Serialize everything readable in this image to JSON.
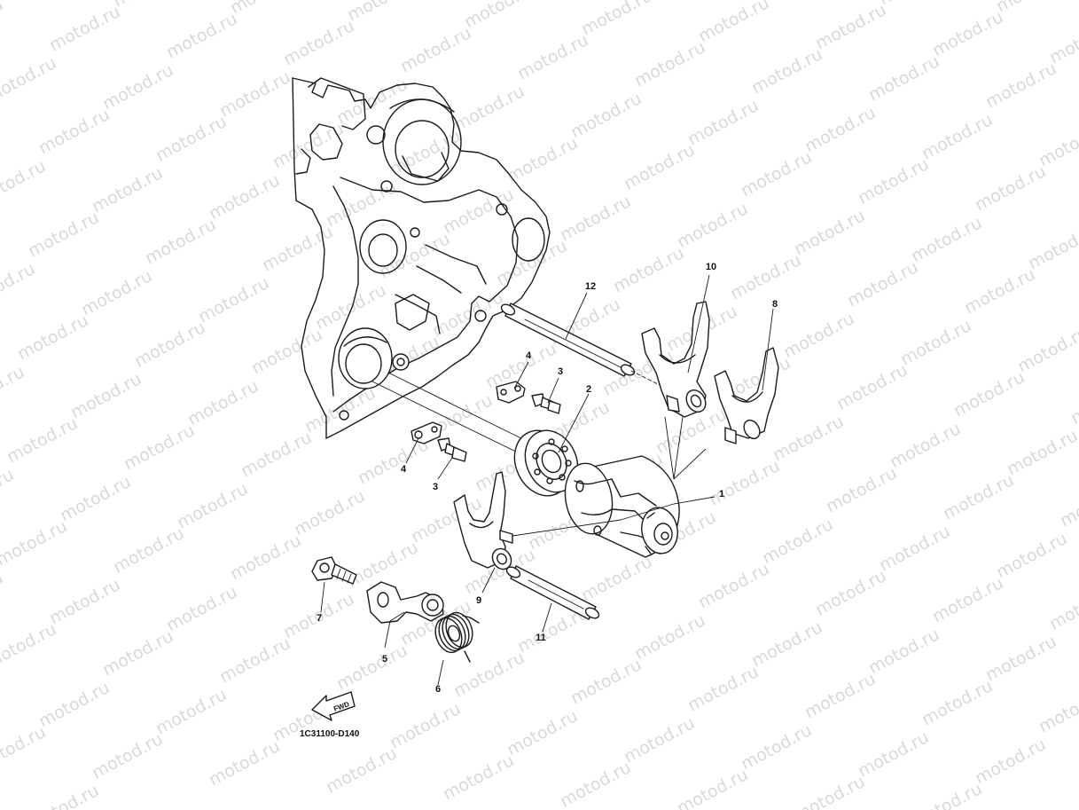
{
  "diagram": {
    "drawing_code": "1C31100-D140",
    "direction_marker": "FWD",
    "watermark": "motod.ru",
    "callouts": [
      {
        "number": "1"
      },
      {
        "number": "2"
      },
      {
        "number": "3"
      },
      {
        "number": "3"
      },
      {
        "number": "4"
      },
      {
        "number": "4"
      },
      {
        "number": "5"
      },
      {
        "number": "6"
      },
      {
        "number": "7"
      },
      {
        "number": "8"
      },
      {
        "number": "9"
      },
      {
        "number": "10"
      },
      {
        "number": "11"
      },
      {
        "number": "12"
      }
    ]
  }
}
